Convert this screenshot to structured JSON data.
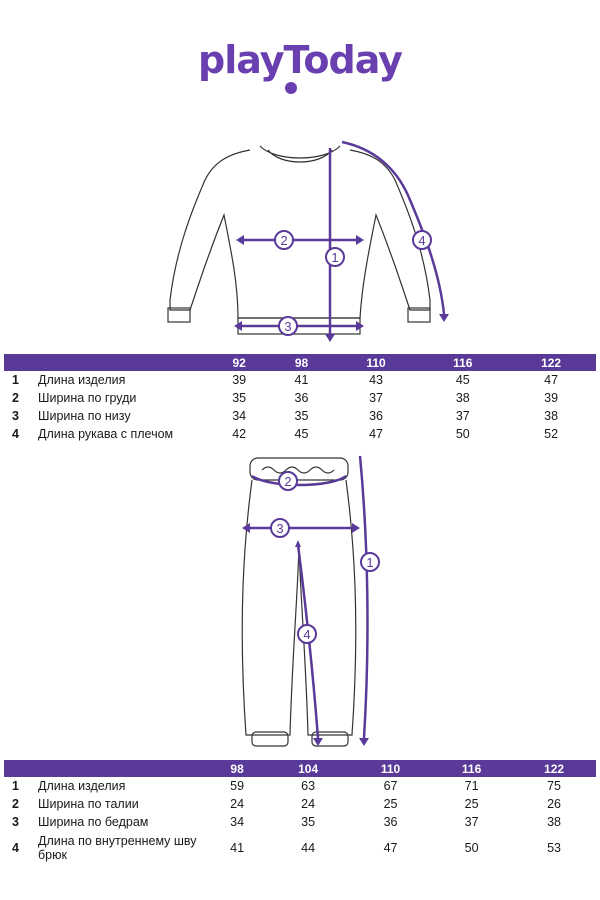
{
  "brand": {
    "logo": "playToday"
  },
  "top_markers": [
    "1",
    "2",
    "3",
    "4"
  ],
  "pants_markers": [
    "1",
    "2",
    "3",
    "4"
  ],
  "colors": {
    "accent": "#5a3a98",
    "marker": "#6a3fb0"
  },
  "table_top": {
    "sizes": [
      "92",
      "98",
      "110",
      "116",
      "122"
    ],
    "rows": [
      {
        "num": "1",
        "name": "Длина изделия",
        "values": [
          "39",
          "41",
          "43",
          "45",
          "47"
        ]
      },
      {
        "num": "2",
        "name": "Ширина по груди",
        "values": [
          "35",
          "36",
          "37",
          "38",
          "39"
        ]
      },
      {
        "num": "3",
        "name": "Ширина по низу",
        "values": [
          "34",
          "35",
          "36",
          "37",
          "38"
        ]
      },
      {
        "num": "4",
        "name": "Длина рукава с плечом",
        "values": [
          "42",
          "45",
          "47",
          "50",
          "52"
        ]
      }
    ]
  },
  "table_pants": {
    "sizes": [
      "98",
      "104",
      "110",
      "116",
      "122"
    ],
    "rows": [
      {
        "num": "1",
        "name": "Длина изделия",
        "values": [
          "59",
          "63",
          "67",
          "71",
          "75"
        ]
      },
      {
        "num": "2",
        "name": "Ширина по талии",
        "values": [
          "24",
          "24",
          "25",
          "25",
          "26"
        ]
      },
      {
        "num": "3",
        "name": "Ширина по бедрам",
        "values": [
          "34",
          "35",
          "36",
          "37",
          "38"
        ]
      },
      {
        "num": "4",
        "name": "Длина по внутреннему шву брюк",
        "values": [
          "41",
          "44",
          "47",
          "50",
          "53"
        ]
      }
    ]
  }
}
